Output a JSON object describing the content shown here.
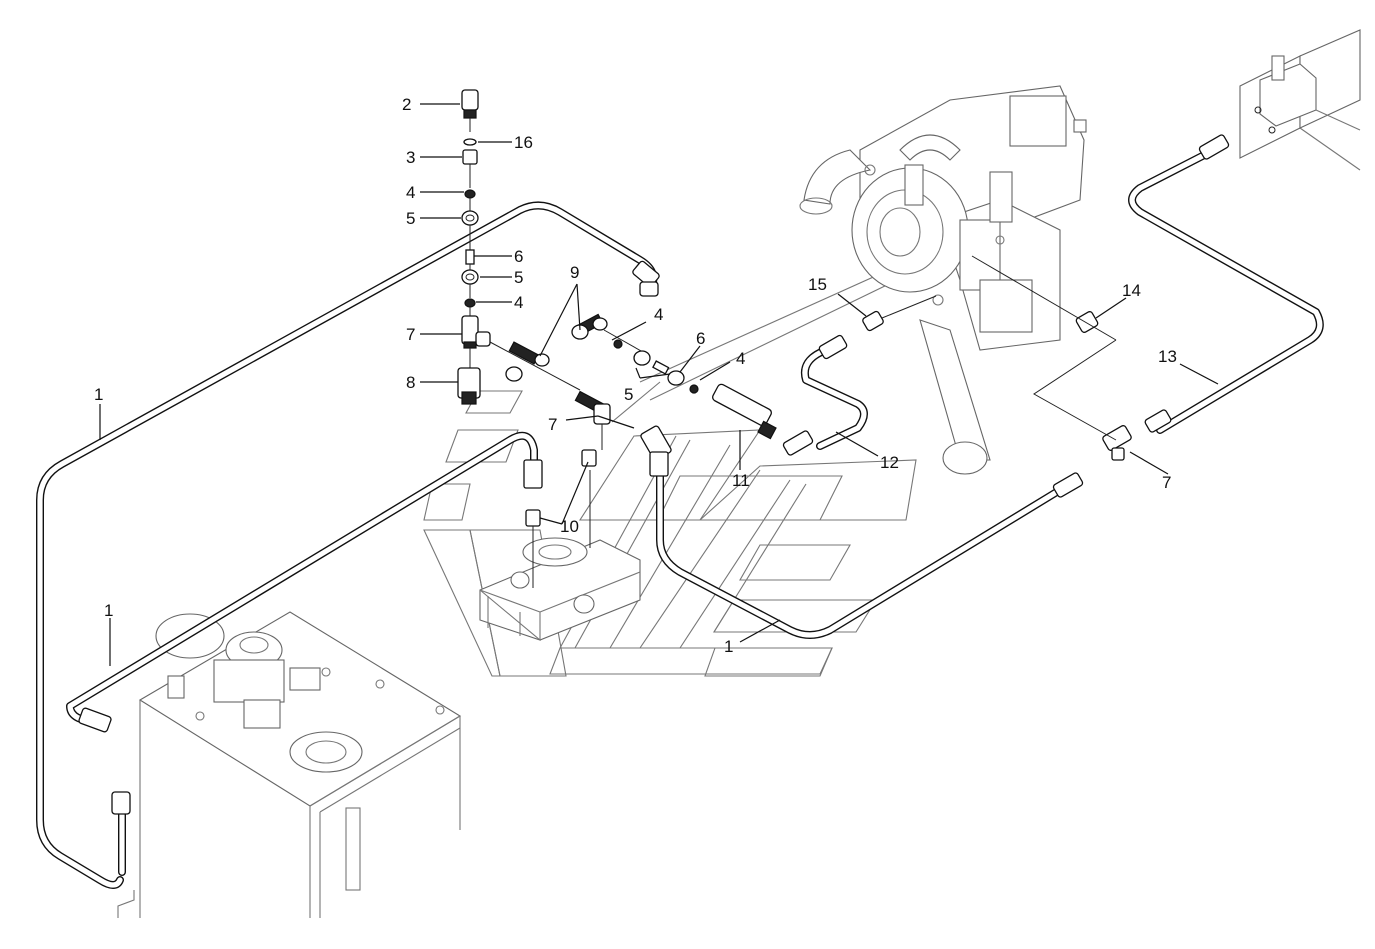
{
  "diagram": {
    "callouts": [
      {
        "id": "c2",
        "label": "2"
      },
      {
        "id": "c16",
        "label": "16"
      },
      {
        "id": "c3",
        "label": "3"
      },
      {
        "id": "c4a",
        "label": "4"
      },
      {
        "id": "c5a",
        "label": "5"
      },
      {
        "id": "c6a",
        "label": "6"
      },
      {
        "id": "c5b",
        "label": "5"
      },
      {
        "id": "c4b",
        "label": "4"
      },
      {
        "id": "c9",
        "label": "9"
      },
      {
        "id": "c7a",
        "label": "7"
      },
      {
        "id": "c8",
        "label": "8"
      },
      {
        "id": "c4c",
        "label": "4"
      },
      {
        "id": "c6b",
        "label": "6"
      },
      {
        "id": "c4d",
        "label": "4"
      },
      {
        "id": "c5c",
        "label": "5"
      },
      {
        "id": "c7b",
        "label": "7"
      },
      {
        "id": "c1a",
        "label": "1"
      },
      {
        "id": "c1b",
        "label": "1"
      },
      {
        "id": "c1c",
        "label": "1"
      },
      {
        "id": "c10",
        "label": "10"
      },
      {
        "id": "c11",
        "label": "11"
      },
      {
        "id": "c12",
        "label": "12"
      },
      {
        "id": "c15",
        "label": "15"
      },
      {
        "id": "c14",
        "label": "14"
      },
      {
        "id": "c13",
        "label": "13"
      },
      {
        "id": "c7c",
        "label": "7"
      }
    ]
  }
}
